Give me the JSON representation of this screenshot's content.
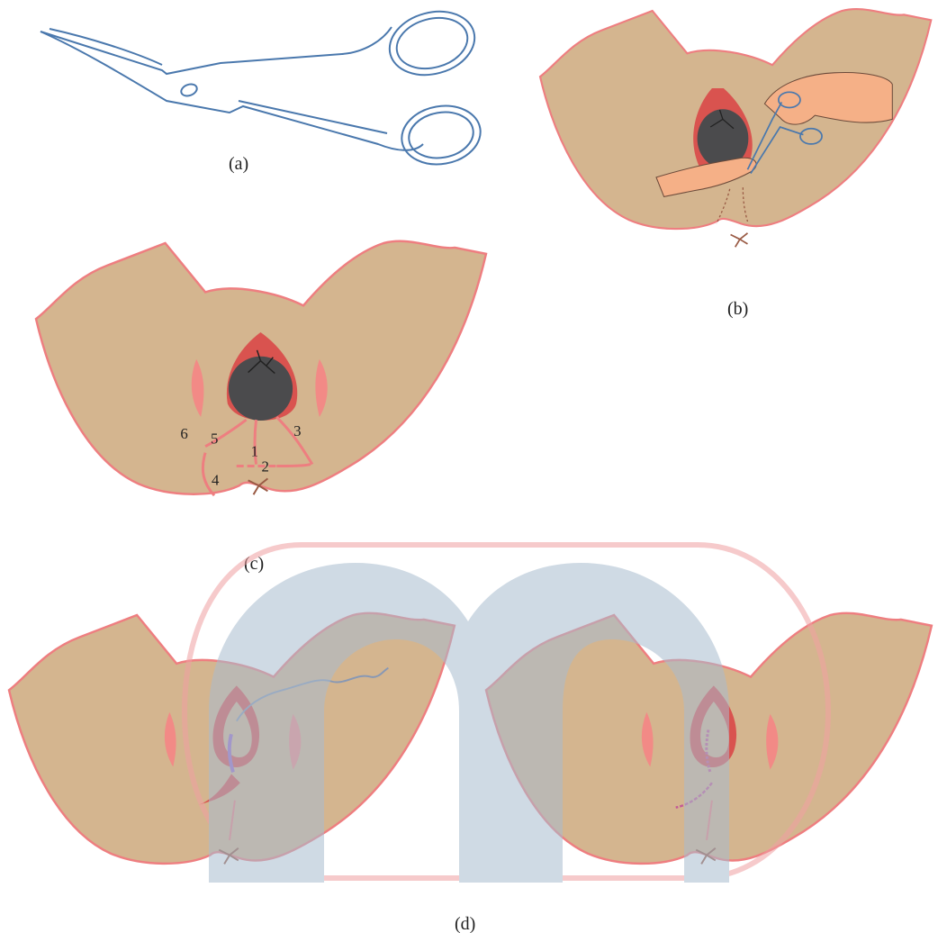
{
  "panels": {
    "a": {
      "caption": "(a)",
      "subject": "scissors"
    },
    "b": {
      "caption": "(b)",
      "subject": "episiotomy-cut-with-scissors-hand-guard"
    },
    "c": {
      "caption": "(c)",
      "subject": "incision-sites",
      "incision_labels": [
        "1",
        "2",
        "3",
        "4",
        "5",
        "6"
      ]
    },
    "d": {
      "caption": "(d)",
      "subject": "repair-suturing"
    }
  },
  "watermark": {
    "subject": "circular-logo"
  },
  "colors": {
    "skin": "#d4b58f",
    "skin_outline": "#ee7e80",
    "labia": "#f28a86",
    "inner_red": "#d9534f",
    "head": "#4b4b4d",
    "scissors_line": "#4a78ad",
    "hand": "#f5b087",
    "anus": "#9a5b45",
    "suture": "#9a6bc4",
    "thread": "#8898b4",
    "watermark_ring": "#f0a0a2",
    "watermark_fill": "#a9bccf"
  }
}
